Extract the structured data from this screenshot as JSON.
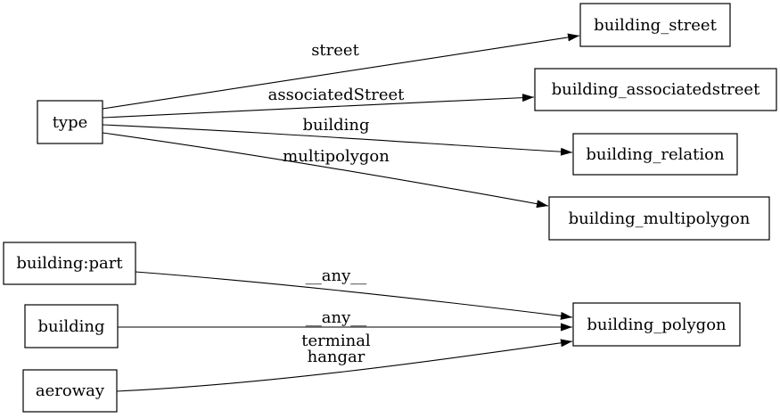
{
  "diagram": {
    "type": "directed-graph",
    "colors": {
      "background": "#ffffff",
      "node_fill": "#ffffff",
      "node_stroke": "#000000",
      "edge_stroke": "#000000",
      "text": "#000000"
    },
    "nodes": [
      {
        "id": "type",
        "label": "type"
      },
      {
        "id": "building_street",
        "label": "building_street"
      },
      {
        "id": "building_associatedstreet",
        "label": "building_associatedstreet"
      },
      {
        "id": "building_relation",
        "label": "building_relation"
      },
      {
        "id": "building_multipolygon",
        "label": "building_multipolygon"
      },
      {
        "id": "building:part",
        "label": "building:part"
      },
      {
        "id": "building",
        "label": "building"
      },
      {
        "id": "aeroway",
        "label": "aeroway"
      }
    ],
    "edges": [
      {
        "from": "type",
        "to": "building_street",
        "labels": [
          "street"
        ]
      },
      {
        "from": "type",
        "to": "building_associatedstreet",
        "labels": [
          "associatedStreet"
        ]
      },
      {
        "from": "type",
        "to": "building_relation",
        "labels": [
          "building"
        ]
      },
      {
        "from": "type",
        "to": "building_multipolygon",
        "labels": [
          "multipolygon"
        ]
      },
      {
        "from": "building:part",
        "to": "building_polygon",
        "labels": [
          "__any__"
        ]
      },
      {
        "from": "building",
        "to": "building_polygon",
        "labels": [
          "__any__"
        ]
      },
      {
        "from": "aeroway",
        "to": "building_polygon",
        "labels": [
          "terminal",
          "hangar"
        ]
      }
    ],
    "polygon_node": {
      "id": "building_polygon",
      "label": "building_polygon"
    }
  }
}
